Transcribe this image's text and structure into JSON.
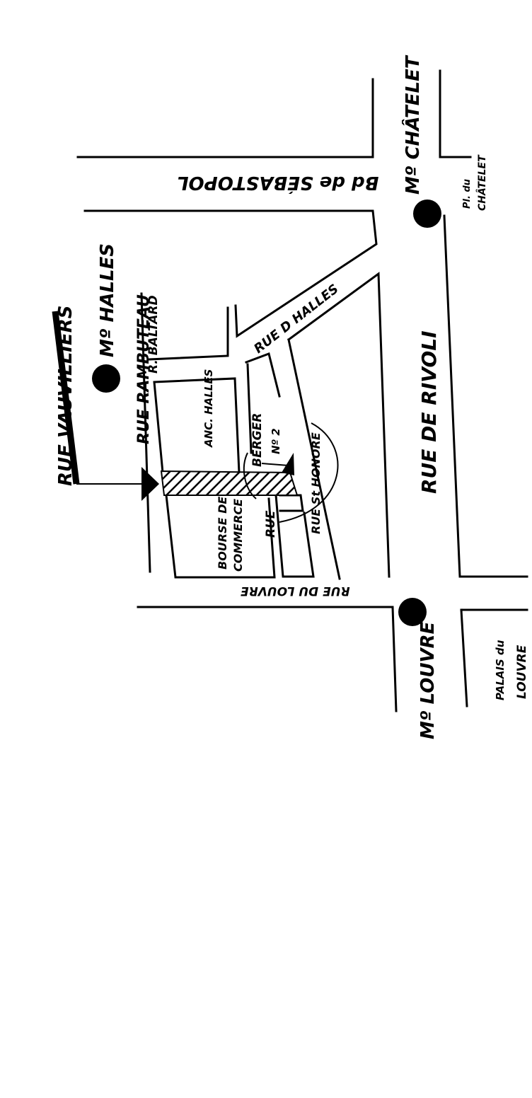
{
  "map": {
    "streets": {
      "vauvilliers": "RUE VAUVILLIERS",
      "rambuteau": "RUE RAMBUTEAU",
      "baltard": "R. BALTARD",
      "sebastopol": "Bd de SÉBASTOPOL",
      "halles": "RUE D HALLES",
      "berger": "BERGER",
      "rue_berger": "RUE",
      "st_honore": "RUE St HONORE",
      "louvre": "RUE DU LOUVRE",
      "rivoli": "RUE DE RIVOLI"
    },
    "places": {
      "anc_halles": "ANC. HALLES",
      "bourse_line1": "BOURSE DE",
      "bourse_line2": "COMMERCE",
      "no2": "Nº 2",
      "pl_chatelet_line1": "Pl. du",
      "pl_chatelet_line2": "CHÂTELET",
      "palais_line1": "PALAIS du",
      "palais_line2": "LOUVRE"
    },
    "metro": {
      "halles": "Mº HALLES",
      "chatelet": "Mº CHÂTELET",
      "louvre": "Mº LOUVRE"
    },
    "colors": {
      "ink": "#000000",
      "paper": "#ffffff"
    }
  }
}
